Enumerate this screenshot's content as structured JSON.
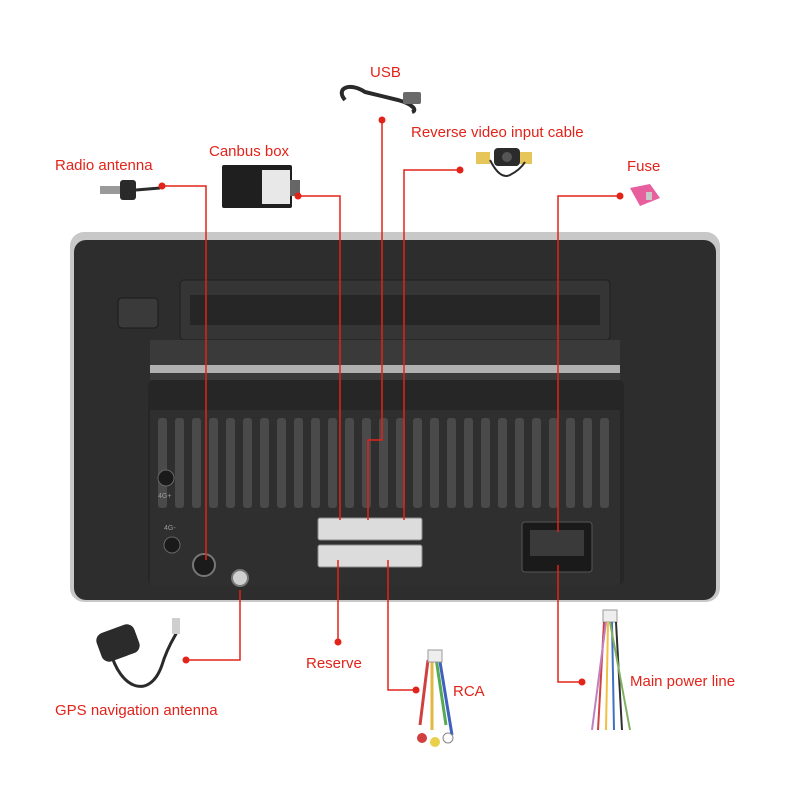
{
  "labels": {
    "usb": "USB",
    "reverse_video": "Reverse video input cable",
    "canbus": "Canbus box",
    "radio_antenna": "Radio antenna",
    "fuse": "Fuse",
    "reserve": "Reserve",
    "rca": "RCA",
    "main_power": "Main power line",
    "gps": "GPS navigation antenna"
  },
  "port_marks": {
    "top": "4G+",
    "bottom": "4G-"
  },
  "colors": {
    "callout": "#e2231a",
    "unit_body": "#2b2b2b",
    "frame": "#c8c8c8"
  }
}
